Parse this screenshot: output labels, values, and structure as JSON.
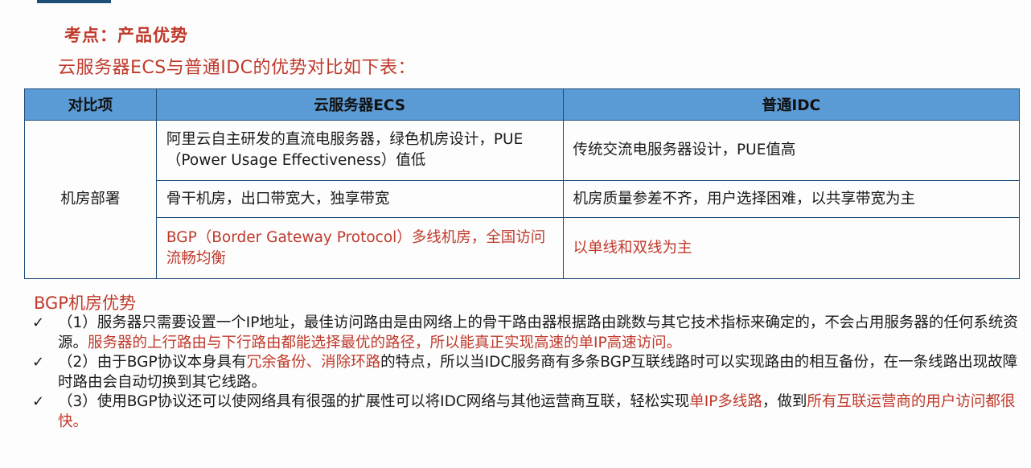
{
  "header": {
    "kaodian": "考点：产品优势",
    "subtitle": "云服务器ECS与普通IDC的优势对比如下表："
  },
  "table": {
    "headers": [
      "对比项",
      "云服务器ECS",
      "普通IDC"
    ],
    "row_label": "机房部署",
    "rows": [
      {
        "ecs": "阿里云自主研发的直流电服务器，绿色机房设计，PUE（Power Usage Effectiveness）值低",
        "idc": "传统交流电服务器设计，PUE值高"
      },
      {
        "ecs": "骨干机房，出口带宽大，独享带宽",
        "idc": "机房质量参差不齐，用户选择困难，以共享带宽为主"
      },
      {
        "ecs": "BGP（Border Gateway Protocol）多线机房，全国访问流畅均衡",
        "idc": "以单线和双线为主"
      }
    ]
  },
  "bgp": {
    "title": "BGP机房优势",
    "check_icon": "✓",
    "items": [
      {
        "a": "（1）服务器只需要设置一个IP地址，最佳访问路由是由网络上的骨干路由器根据路由跳数与其它技术指标来确定的，不会占用服务器的任何系统资源。",
        "b": "服务器的上行路由与下行路由都能选择最优的路径，所以能真正实现高速的单IP高速访问。"
      },
      {
        "a": "（2）由于BGP协议本身具有",
        "b": "冗余备份、消除环路",
        "c": "的特点，所以当IDC服务商有多条BGP互联线路时可以实现路由的相互备份，在一条线路出现故障时路由会自动切换到其它线路。"
      },
      {
        "a": "（3）使用BGP协议还可以使网络具有很强的扩展性可以将IDC网络与其他运营商互联，轻松实现",
        "b": "单IP多线路",
        "c": "，做到",
        "d": "所有互联运营商的用户访问都很快。"
      }
    ]
  },
  "colors": {
    "accent": "#c0392b",
    "header_bg": "#5b9bd5",
    "border": "#1f4e79"
  }
}
